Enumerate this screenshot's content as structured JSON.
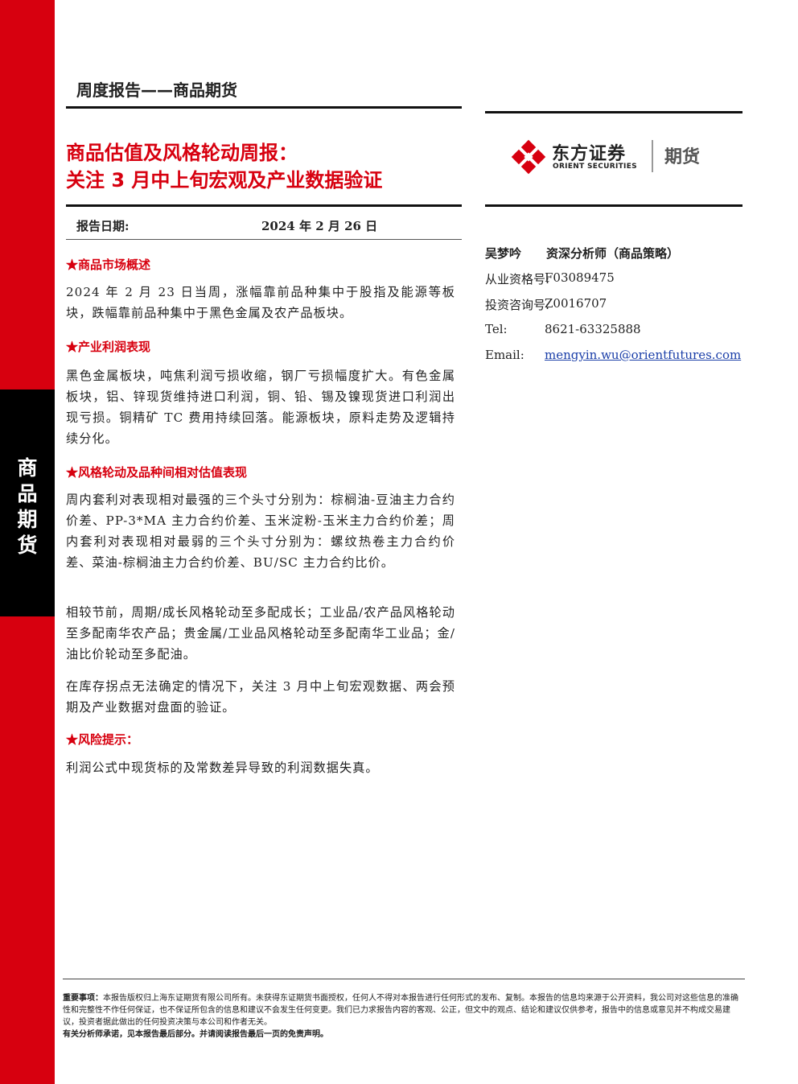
{
  "sidebar": {
    "label": "商品期货"
  },
  "header": {
    "report_type": "周度报告——商品期货"
  },
  "title": {
    "line1": "商品估值及风格轮动周报：",
    "line2": "关注 3 月中上旬宏观及产业数据验证"
  },
  "logo": {
    "name_cn": "东方证券",
    "name_en": "ORIENT SECURITIES",
    "division": "期货",
    "accent_color": "#d7000f"
  },
  "report_date": {
    "label": "报告日期:",
    "value": "2024 年 2 月 26 日"
  },
  "sections": [
    {
      "heading": "★商品市场概述",
      "paragraphs": [
        "2024 年 2 月 23 日当周，涨幅靠前品种集中于股指及能源等板块，跌幅靠前品种集中于黑色金属及农产品板块。"
      ]
    },
    {
      "heading": "★产业利润表现",
      "paragraphs": [
        "黑色金属板块，吨焦利润亏损收缩，钢厂亏损幅度扩大。有色金属板块，铝、锌现货维持进口利润，铜、铅、锡及镍现货进口利润出现亏损。铜精矿 TC 费用持续回落。能源板块，原料走势及逻辑持续分化。"
      ]
    },
    {
      "heading": "★风格轮动及品种间相对估值表现",
      "paragraphs": [
        "周内套利对表现相对最强的三个头寸分别为：棕榈油-豆油主力合约价差、PP-3*MA 主力合约价差、玉米淀粉-玉米主力合约价差；周内套利对表现相对最弱的三个头寸分别为：螺纹热卷主力合约价差、菜油-棕榈油主力合约价差、BU/SC 主力合约比价。",
        "相较节前，周期/成长风格轮动至多配成长；工业品/农产品风格轮动至多配南华农产品；贵金属/工业品风格轮动至多配南华工业品；金/油比价轮动至多配油。",
        "在库存拐点无法确定的情况下，关注 3 月中上旬宏观数据、两会预期及产业数据对盘面的验证。"
      ]
    },
    {
      "heading": "★风险提示：",
      "paragraphs": [
        "利润公式中现货标的及常数差异导致的利润数据失真。"
      ]
    }
  ],
  "analyst": {
    "name": "吴梦吟",
    "title": "资深分析师（商品策略）",
    "license_label": "从业资格号:",
    "license": "F03089475",
    "consult_label": "投资咨询号:",
    "consult": "Z0016707",
    "tel_label": "Tel:",
    "tel": "8621-63325888",
    "email_label": "Email:",
    "email": "mengyin.wu@orientfutures.com"
  },
  "disclaimer": {
    "lead": "重要事项：",
    "text": "本报告版权归上海东证期货有限公司所有。未获得东证期货书面授权，任何人不得对本报告进行任何形式的发布、复制。本报告的信息均来源于公开资料，我公司对这些信息的准确性和完整性不作任何保证，也不保证所包含的信息和建议不会发生任何变更。我们已力求报告内容的客观、公正，但文中的观点、结论和建议仅供参考，报告中的信息或意见并不构成交易建议，投资者据此做出的任何投资决策与本公司和作者无关。",
    "footer": "有关分析师承诺，见本报告最后部分。并请阅读报告最后一页的免责声明。"
  }
}
